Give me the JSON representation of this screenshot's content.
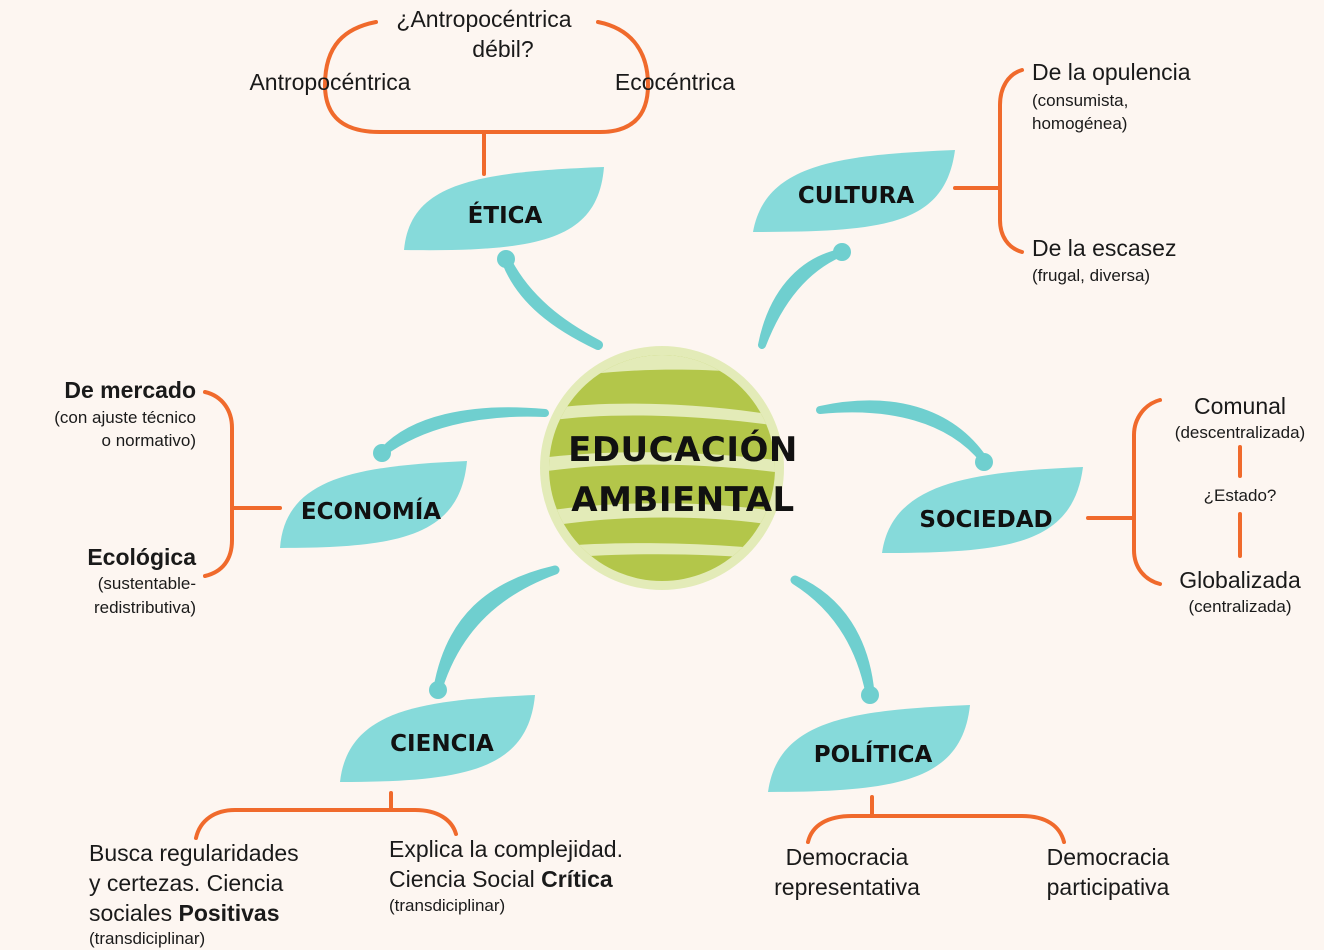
{
  "center": {
    "line1": "EDUCACIÓN",
    "line2": "AMBIENTAL"
  },
  "nodes": {
    "etica": "ÉTICA",
    "cultura": "CULTURA",
    "economia": "ECONOMÍA",
    "sociedad": "SOCIEDAD",
    "ciencia": "CIENCIA",
    "politica": "POLÍTICA"
  },
  "etica": {
    "top_line1": "¿Antropocéntrica",
    "top_line2": "débil?",
    "left": "Antropocéntrica",
    "right": "Ecocéntrica"
  },
  "cultura": {
    "item1_title": "De la opulencia",
    "item1_sub1": "(consumista,",
    "item1_sub2": "homogénea)",
    "item2_title": "De la escasez",
    "item2_sub": "(frugal, diversa)"
  },
  "economia": {
    "item1_title": "De mercado",
    "item1_sub1": "(con ajuste técnico",
    "item1_sub2": "o normativo)",
    "item2_title": "Ecológica",
    "item2_sub1": "(sustentable-",
    "item2_sub2": "redistributiva)"
  },
  "sociedad": {
    "item1_title": "Comunal",
    "item1_sub": "(descentralizada)",
    "middle": "¿Estado?",
    "item2_title": "Globalizada",
    "item2_sub": "(centralizada)"
  },
  "ciencia": {
    "left_line1": "Busca regularidades",
    "left_line2": "y certezas. Ciencia",
    "left_line3a": "sociales ",
    "left_line3b": "Positivas",
    "left_sub": "(transdiciplinar)",
    "right_line1": "Explica la complejidad.",
    "right_line2a": "Ciencia Social ",
    "right_line2b": "Crítica",
    "right_sub": "(transdiciplinar)"
  },
  "politica": {
    "left_line1": "Democracia",
    "left_line2": "representativa",
    "right_line1": "Democracia",
    "right_line2": "participativa"
  },
  "colors": {
    "background": "#fdf6f1",
    "orange": "#f06a2c",
    "teal": "#86dada",
    "green": "#b3c64a",
    "light_green": "#e3ebb8"
  }
}
